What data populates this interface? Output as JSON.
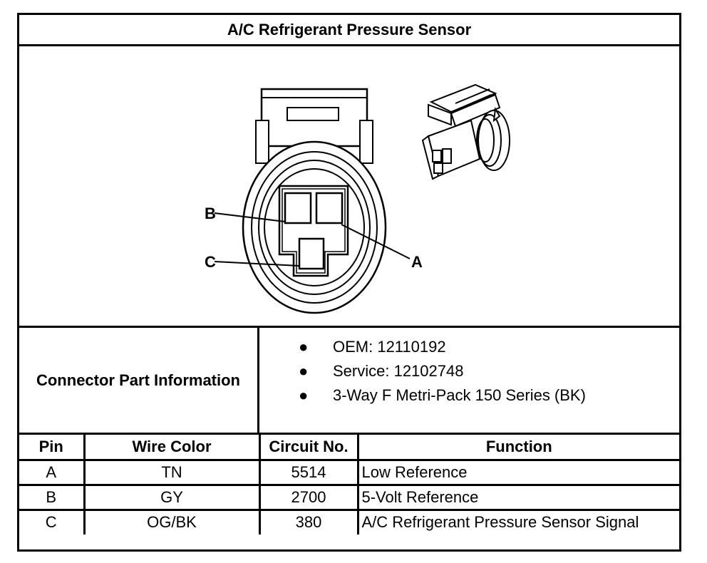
{
  "title": "A/C Refrigerant Pressure Sensor",
  "diagram": {
    "pin_labels": {
      "a": "A",
      "b": "B",
      "c": "C"
    },
    "icons": [
      "connector-face-icon",
      "connector-3d-icon"
    ]
  },
  "connector_info": {
    "label": "Connector Part Information",
    "items": [
      "OEM: 12110192",
      "Service: 12102748",
      "3-Way F Metri-Pack 150 Series (BK)"
    ],
    "bullet": "●"
  },
  "pin_table": {
    "headers": [
      "Pin",
      "Wire Color",
      "Circuit No.",
      "Function"
    ],
    "rows": [
      [
        "A",
        "TN",
        "5514",
        "Low Reference"
      ],
      [
        "B",
        "GY",
        "2700",
        "5-Volt Reference"
      ],
      [
        "C",
        "OG/BK",
        "380",
        "A/C Refrigerant Pressure Sensor Signal"
      ]
    ]
  }
}
